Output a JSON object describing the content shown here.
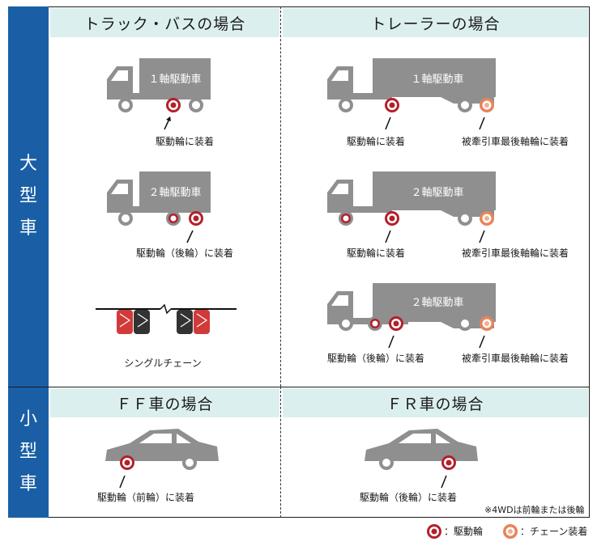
{
  "sections": {
    "large": {
      "label_chars": [
        "大",
        "型",
        "車"
      ]
    },
    "small": {
      "label_chars": [
        "小",
        "型",
        "車"
      ]
    }
  },
  "headers": {
    "truck_bus": "トラック・バスの場合",
    "trailer": "トレーラーの場合",
    "ff": "ＦＦ車の場合",
    "fr": "ＦＲ車の場合"
  },
  "vehicles": {
    "truck1": {
      "box_text": "１軸駆動車",
      "label": "駆動輪に装着"
    },
    "truck2": {
      "box_text": "２軸駆動車",
      "label": "駆動輪（後輪）に装着"
    },
    "single_chain": {
      "label": "シングルチェーン"
    },
    "trailer1": {
      "box_text": "１軸駆動車",
      "label_drive": "駆動輪に装着",
      "label_rear": "被牽引車最後軸輪に装着"
    },
    "trailer2": {
      "box_text": "２軸駆動車",
      "label_drive": "駆動輪に装着",
      "label_rear": "被牽引車最後軸輪に装着"
    },
    "trailer3": {
      "box_text": "２軸駆動車",
      "label_drive": "駆動輪（後輪）に装着",
      "label_rear": "被牽引車最後軸輪に装着"
    },
    "car_ff": {
      "label": "駆動輪（前輪）に装着"
    },
    "car_fr": {
      "label": "駆動輪（後輪）に装着"
    }
  },
  "note": "※4WDは前輪または後輪",
  "legend": {
    "drive_wheel": "：駆動輪",
    "chain_wheel": "：チェーン装着"
  },
  "colors": {
    "side_blue": "#1a5fa6",
    "header_bg": "#dcefef",
    "vehicle_gray": "#8f8f8f",
    "drive_ring": "#b3202b",
    "chain_ring": "#e8845a"
  }
}
